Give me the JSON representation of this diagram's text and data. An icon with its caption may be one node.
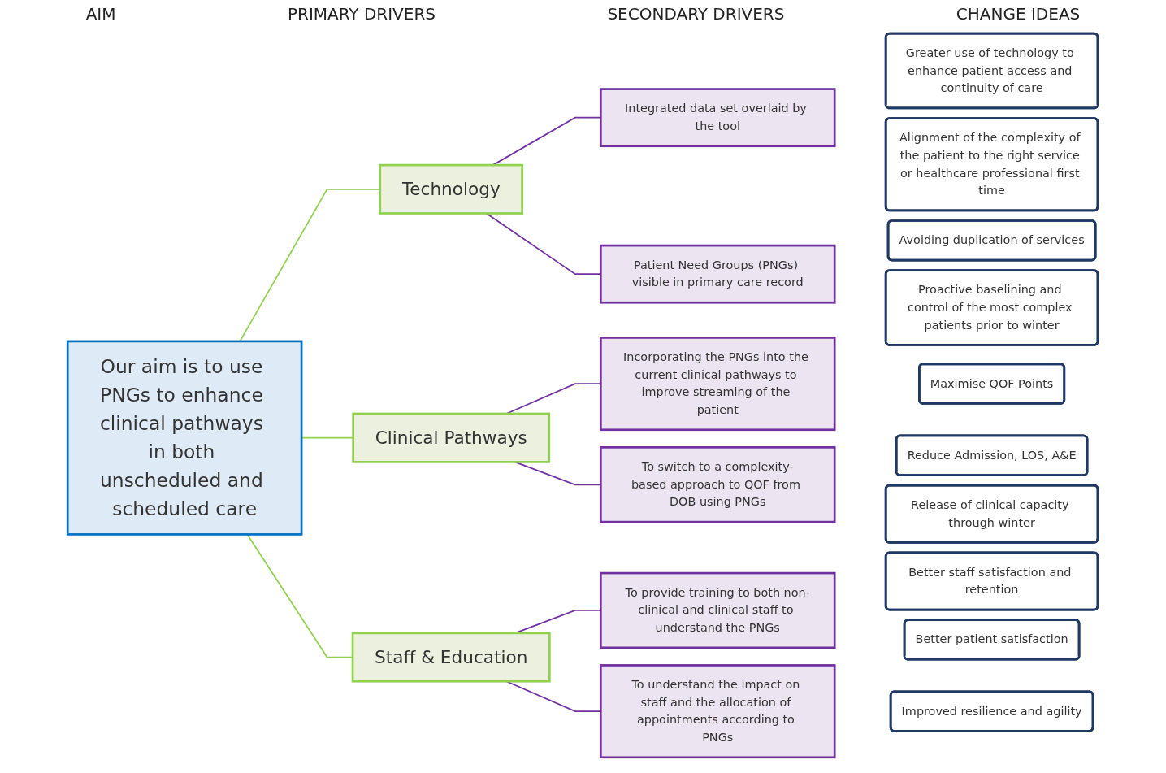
{
  "diagram": {
    "nodes": [
      {
        "text": [
          "Our aim is to use PNGs to enhance clinical pathways in both unscheduled and scheduled care"
        ]
      },
      {
        "text": [
          "Technology"
        ]
      },
      {
        "text": [
          "Clinical Pathways"
        ]
      },
      {
        "text": [
          "Staff & Education"
        ]
      },
      {
        "text": [
          "Integrated data set overlaid by the tool"
        ]
      },
      {
        "text": [
          "Patient Need Groups (PNGs) visible in primary care record"
        ]
      },
      {
        "text": [
          "Incorporating the PNGs into the current clinical pathways to improve streaming of the patient"
        ]
      },
      {
        "text": [
          "To switch to a complexity-based approach to QOF from DOB using PNGs"
        ]
      },
      {
        "text": [
          "To provide training to both non-clinical and clinical staff to understand the PNGs"
        ]
      },
      {
        "text": [
          "To understand the impact on staff and the allocation of appointments according to PNGs"
        ]
      },
      {
        "text": [
          "Greater use of technology to enhance patient access and continuity of care"
        ]
      },
      {
        "text": [
          "Alignment of the complexity of the patient to the right service or healthcare professional first time"
        ]
      },
      {
        "text": [
          "Avoiding duplication of services"
        ]
      },
      {
        "text": [
          "Proactive baselining and control of the most complex patients prior to winter"
        ]
      },
      {
        "text": [
          "Maximise QOF Points"
        ]
      },
      {
        "text": [
          "Reduce Admission, LOS, A&E"
        ]
      },
      {
        "text": [
          "Release of clinical capacity through winter"
        ]
      },
      {
        "text": [
          "Better staff satisfaction and retention"
        ]
      },
      {
        "text": [
          "Better patient satisfaction"
        ]
      },
      {
        "text": [
          "Improved resilience and agility"
        ]
      }
    ],
    "edges": [
      {
        "from": 0,
        "to": 1,
        "arrow": "none",
        "color": "#92d050"
      },
      {
        "from": 0,
        "to": 2,
        "arrow": "none",
        "color": "#92d050"
      },
      {
        "from": 0,
        "to": 3,
        "arrow": "none",
        "color": "#92d050"
      },
      {
        "from": 1,
        "to": 4,
        "arrow": "none"
      },
      {
        "from": 1,
        "to": 5,
        "arrow": "none"
      },
      {
        "from": 2,
        "to": 6,
        "arrow": "none"
      },
      {
        "from": 2,
        "to": 7,
        "arrow": "none"
      },
      {
        "from": 3,
        "to": 8,
        "arrow": "none"
      },
      {
        "from": 3,
        "to": 9,
        "arrow": "none"
      }
    ],
    "labels": [
      "AIM",
      "PRIMARY DRIVERS",
      "SECONDARY DRIVERS",
      "CHANGE IDEAS"
    ]
  }
}
